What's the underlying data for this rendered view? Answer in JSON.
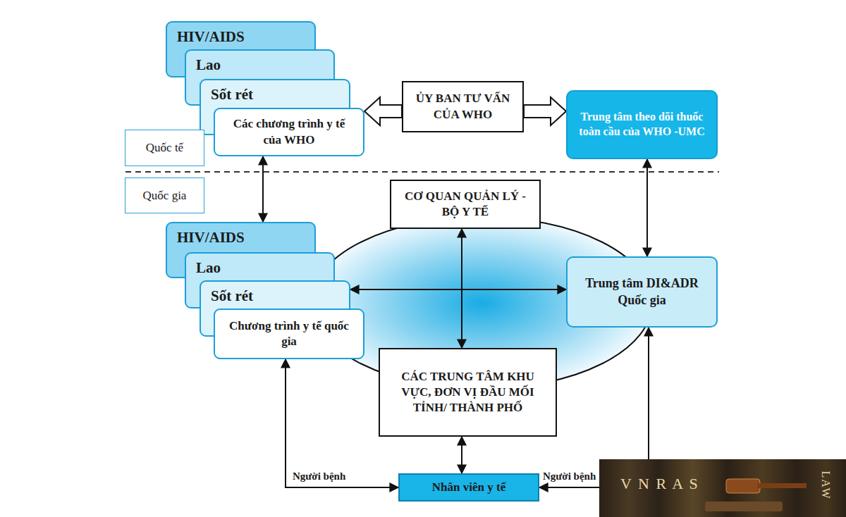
{
  "diagram": {
    "nodes": [
      {
        "text": [
          "HIV/AIDS"
        ]
      },
      {
        "text": [
          "Lao"
        ]
      },
      {
        "text": [
          "Sốt rét"
        ]
      },
      {
        "text": [
          "Các chương trình y tế của WHO"
        ]
      },
      {
        "text": [
          "ỦY BAN TƯ VẤN CỦA WHO"
        ]
      },
      {
        "text": [
          "Trung tâm theo dõi thuốc toàn cầu của WHO -UMC"
        ]
      },
      {
        "text": [
          "Quốc tế"
        ]
      },
      {
        "text": [
          "Quốc gia"
        ]
      },
      {
        "text": [
          "CƠ QUAN QUẢN LÝ - BỘ Y TẾ"
        ]
      },
      {
        "text": [
          "HIV/AIDS"
        ]
      },
      {
        "text": [
          "Lao"
        ]
      },
      {
        "text": [
          "Sốt rét"
        ]
      },
      {
        "text": [
          "Chương trình y tế quốc gia"
        ]
      },
      {
        "text": [
          "Trung tâm DI&ADR Quốc gia"
        ]
      },
      {
        "text": [
          "CÁC TRUNG TÂM KHU VỰC, ĐƠN VỊ ĐẦU MỐI TỈNH/ THÀNH PHỐ"
        ]
      },
      {
        "text": [
          "Nhân viên y tế"
        ]
      }
    ],
    "edges": [
      {
        "from": 3,
        "to": 9,
        "arrow": "both"
      },
      {
        "from": 4,
        "to": 3,
        "arrow": "to"
      },
      {
        "from": 4,
        "to": 5,
        "arrow": "to"
      },
      {
        "from": 5,
        "to": 13,
        "arrow": "both"
      },
      {
        "from": 8,
        "to": 14,
        "arrow": "both"
      },
      {
        "from": 11,
        "to": 13,
        "arrow": "both"
      },
      {
        "from": 14,
        "to": 15,
        "arrow": "both"
      },
      {
        "from": 15,
        "to": 12,
        "label": "Người bệnh",
        "arrow": "both"
      },
      {
        "from": 15,
        "to": 13,
        "label": "Người bệnh",
        "arrow": "both"
      }
    ],
    "labels": [
      "V N R A S",
      "LAW"
    ]
  }
}
